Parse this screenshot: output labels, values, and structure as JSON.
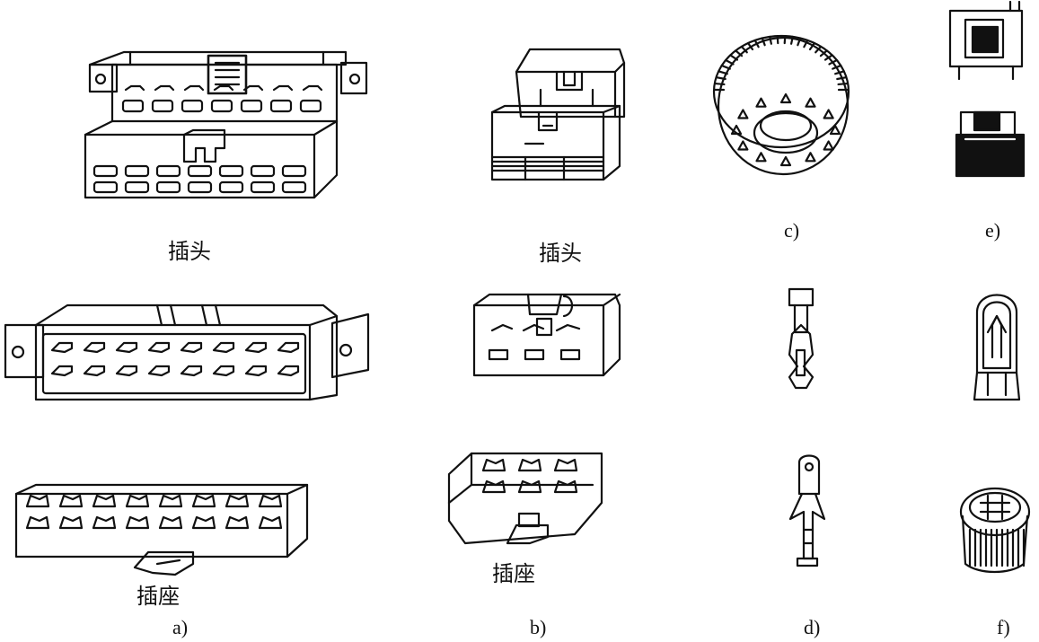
{
  "labels": {
    "a_plug": "插头",
    "b_plug": "插头",
    "a_socket": "插座",
    "b_socket": "插座"
  },
  "captions": {
    "a": "a)",
    "b": "b)",
    "c": "c)",
    "d": "d)",
    "e": "e)",
    "f": "f)"
  },
  "colors": {
    "ink": "#111111",
    "paper": "#ffffff"
  }
}
